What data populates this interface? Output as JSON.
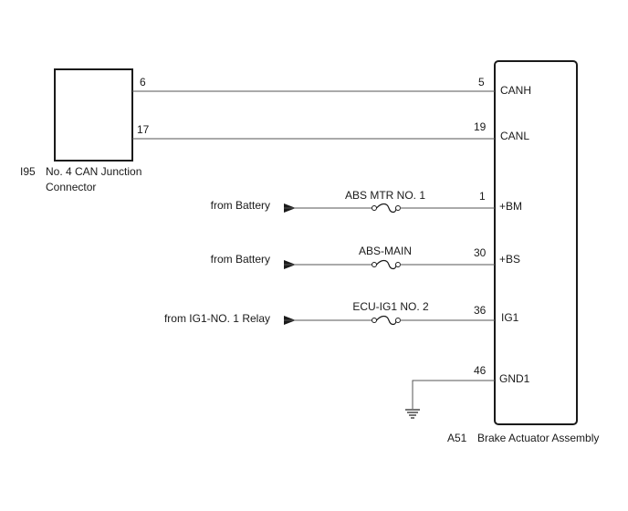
{
  "junction_connector": {
    "code": "I95",
    "name_line1": "No. 4 CAN Junction",
    "name_line2": "Connector",
    "pins": {
      "canh": "6",
      "canl": "17"
    }
  },
  "actuator": {
    "code": "A51",
    "name": "Brake Actuator Assembly",
    "terminals": [
      {
        "pin": "5",
        "label": "CANH"
      },
      {
        "pin": "19",
        "label": "CANL"
      },
      {
        "pin": "1",
        "label": "+BM"
      },
      {
        "pin": "30",
        "label": "+BS"
      },
      {
        "pin": "36",
        "label": "IG1"
      },
      {
        "pin": "46",
        "label": "GND1"
      }
    ]
  },
  "power_feeds": [
    {
      "source": "from Battery",
      "fuse": "ABS MTR NO. 1"
    },
    {
      "source": "from Battery",
      "fuse": "ABS-MAIN"
    },
    {
      "source": "from IG1-NO. 1 Relay",
      "fuse": "ECU-IG1 NO. 2"
    }
  ]
}
